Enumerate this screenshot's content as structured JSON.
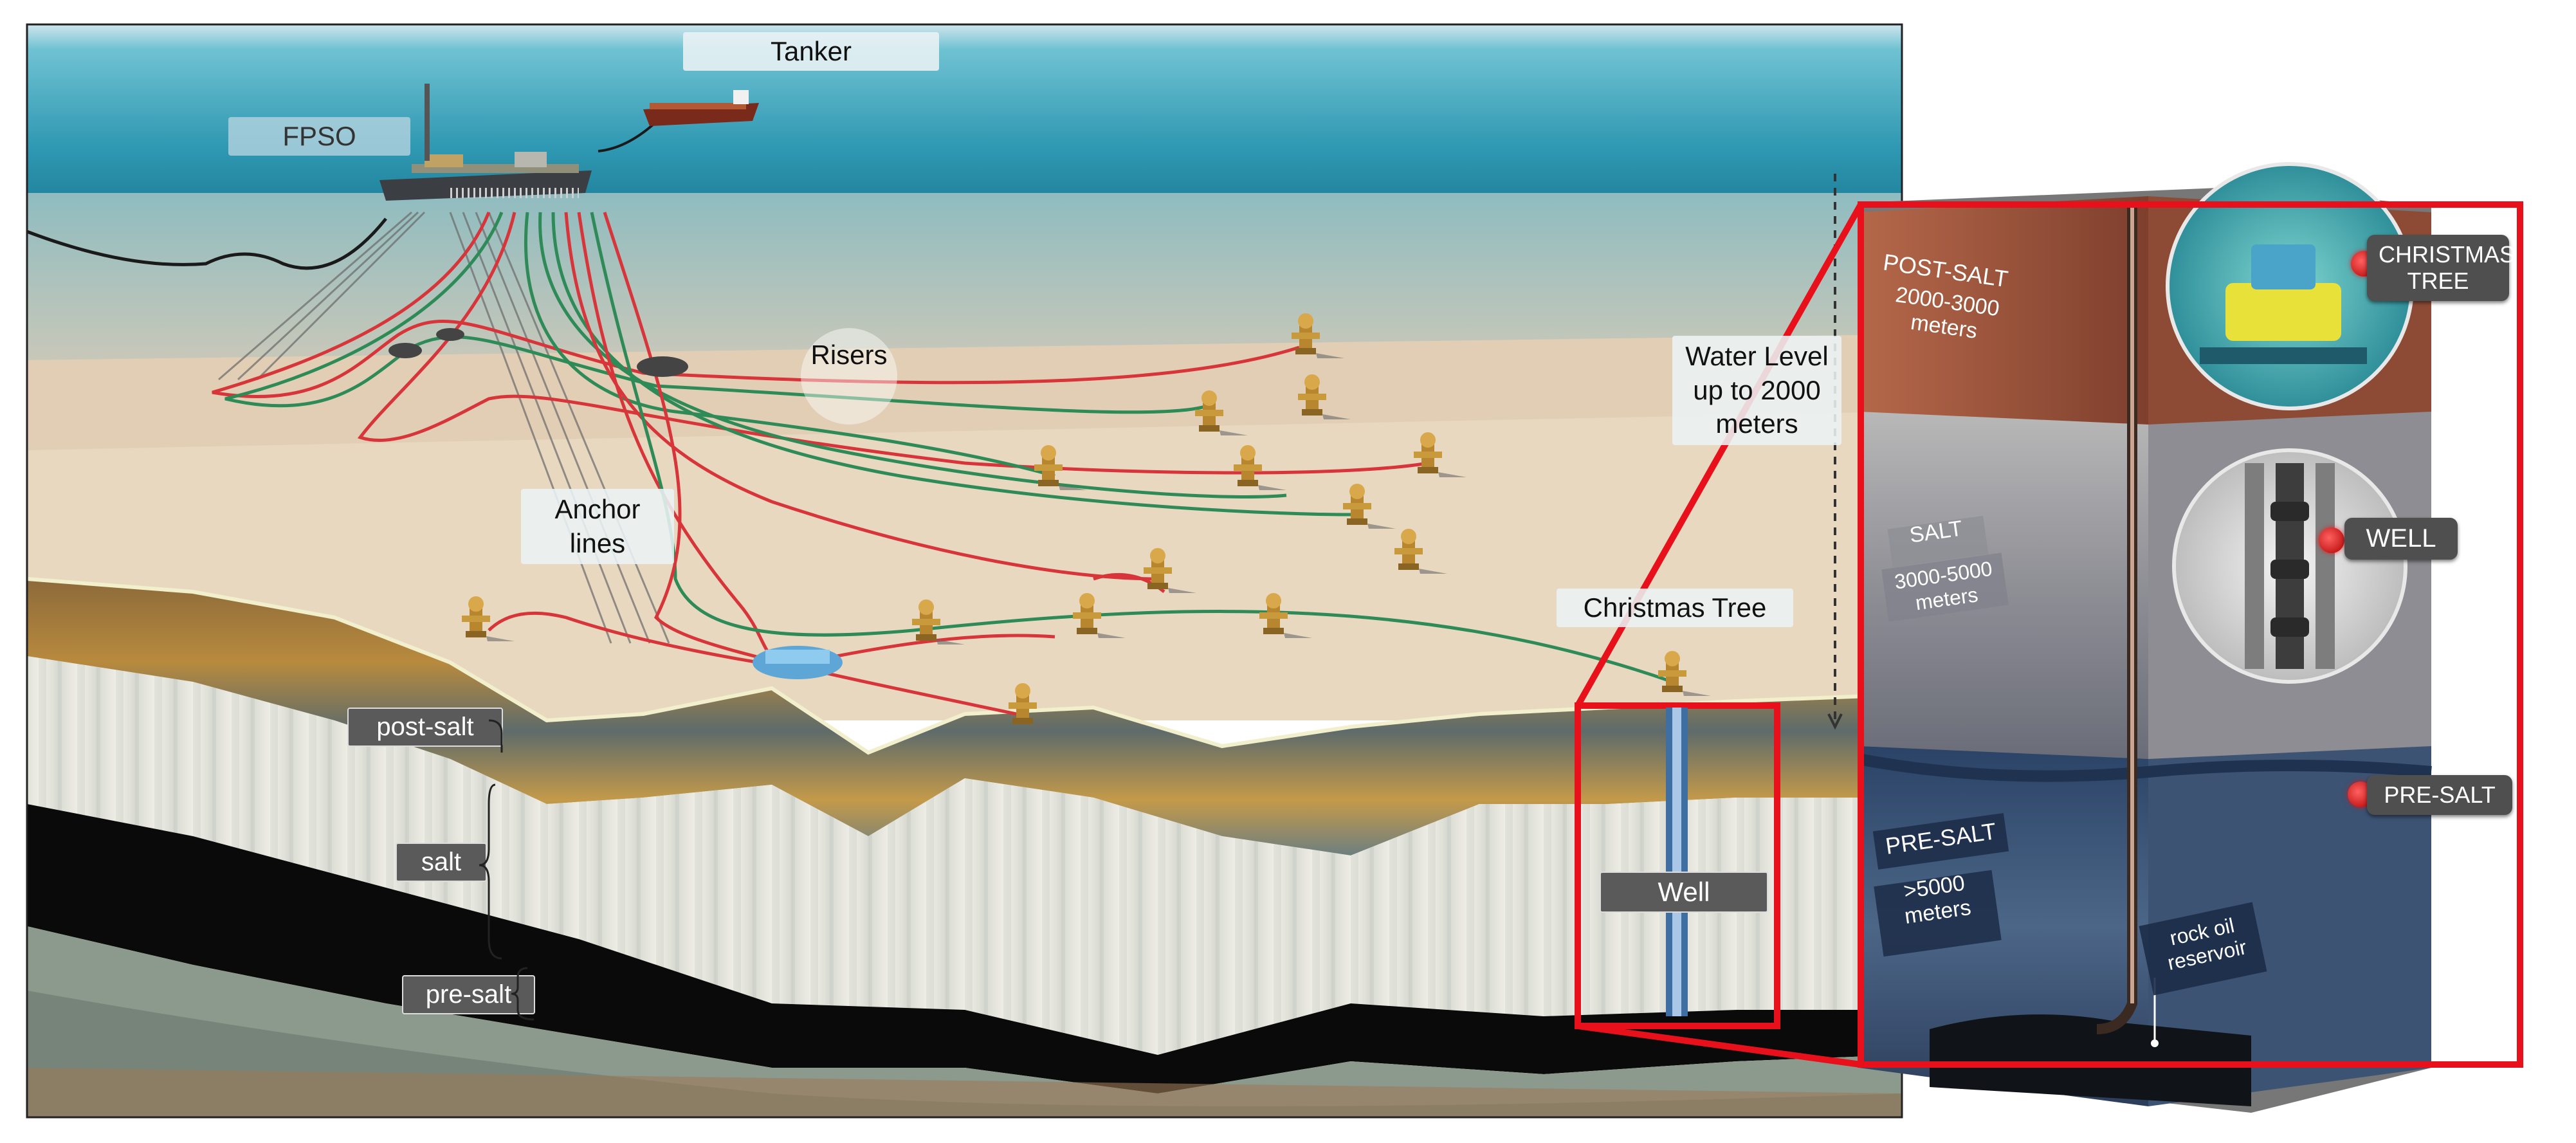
{
  "labels": {
    "fpso": "FPSO",
    "tanker": "Tanker",
    "risers": "Risers",
    "anchor_lines": "Anchor lines",
    "water_level": "Water Level up to 2000 meters",
    "christmas_tree": "Christmas Tree",
    "well": "Well",
    "post_salt": "post-salt",
    "salt": "salt",
    "pre_salt": "pre-salt"
  },
  "column": {
    "post_salt_title": "POST-SALT",
    "post_salt_depth": "2000-3000 meters",
    "salt_title": "SALT",
    "salt_depth": "3000-5000 meters",
    "pre_salt_title": "PRE-SALT",
    "pre_salt_depth": ">5000 meters",
    "reservoir": "rock oil reservoir"
  },
  "callouts": {
    "christmas_tree": "CHRISTMAS TREE",
    "well": "WELL",
    "pre_salt": "PRE-SALT"
  },
  "colors": {
    "highlight_red": "#e8101a",
    "riser_red": "#d8353a",
    "riser_green": "#2e8b57",
    "sea_top": "#5fb6c8",
    "seabed": "#e6d5bd",
    "label_dark": "#5a5a5a"
  },
  "icons": {
    "platform": "fpso-vessel-icon",
    "ship": "tanker-ship-icon",
    "wellhead": "christmas-tree-icon",
    "manifold": "manifold-icon",
    "marker": "red-dot-marker-icon"
  }
}
